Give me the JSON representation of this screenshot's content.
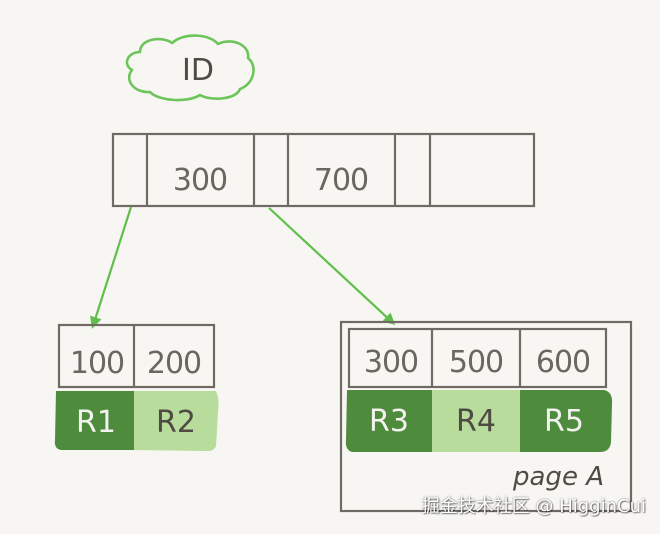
{
  "root": {
    "label": "ID",
    "keys": [
      "300",
      "700"
    ]
  },
  "left_leaf": {
    "keys": [
      "100",
      "200"
    ],
    "rows": [
      "R1",
      "R2"
    ]
  },
  "right_leaf": {
    "keys": [
      "300",
      "500",
      "600"
    ],
    "rows": [
      "R3",
      "R4",
      "R5"
    ],
    "page_label": "page A"
  },
  "watermark": "掘金技术社区 @ HigginCui",
  "colors": {
    "background": "#f7f6f2",
    "line": "#6f6a63",
    "arrow": "#5fbf4a",
    "cloud": "#6cc45a",
    "row_dark": "#4f8b3d",
    "row_light": "#b8dc9b"
  }
}
